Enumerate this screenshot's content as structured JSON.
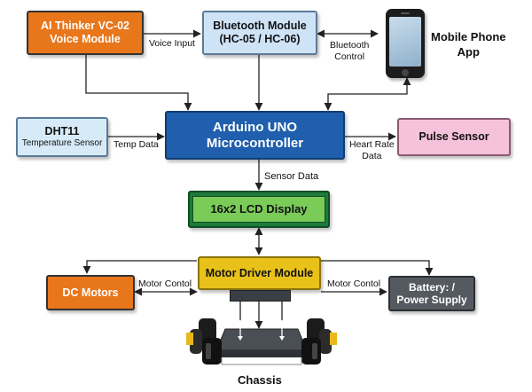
{
  "blocks": {
    "voice_module": {
      "line1": "AI Thinker VC-02",
      "line2": "Voice Module",
      "color": "#E8761B"
    },
    "bluetooth": {
      "line1": "Bluetooth Module",
      "line2": "(HC-05 / HC-06)",
      "color": "#CFE3F7"
    },
    "phone_app": {
      "line1": "Mobile Phone",
      "line2": "App"
    },
    "arduino": {
      "line1": "Arduino UNO",
      "line2": "Microcontroller",
      "color": "#1F5FAD"
    },
    "dht11": {
      "line1": "DHT11",
      "line2": "Temperature Sensor",
      "color": "#D6EAF8"
    },
    "pulse": {
      "label": "Pulse Sensor",
      "color": "#F6C1DA"
    },
    "lcd": {
      "label": "16x2 LCD Display",
      "color": "#1E7A3A"
    },
    "motor_driver": {
      "label": "Motor Driver Module",
      "color": "#E8C21A"
    },
    "dc_motors": {
      "label": "DC Motors",
      "color": "#E8761B"
    },
    "battery": {
      "line1": "Battery: /",
      "line2": "Power Supply",
      "color": "#555A60"
    },
    "chassis": {
      "label": "Chassis"
    }
  },
  "connections": {
    "voice_input": "Voice Input",
    "bluetooth_control_1": "Bluetooth",
    "bluetooth_control_2": "Control",
    "temp_data": "Temp Data",
    "heart_rate_1": "Heart Rate",
    "heart_rate_2": "Data",
    "sensor_data": "Sensor Data",
    "motor_left": "Motor Contol",
    "motor_right": "Motor Contol"
  }
}
